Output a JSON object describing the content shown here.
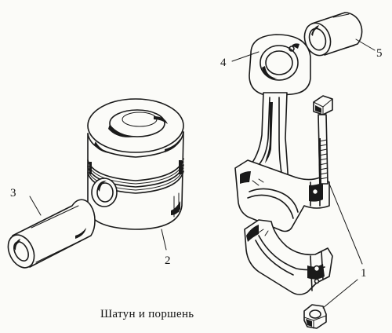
{
  "caption": "Шатун и поршень",
  "callouts": [
    {
      "id": "1",
      "label": "1"
    },
    {
      "id": "2",
      "label": "2"
    },
    {
      "id": "3",
      "label": "3"
    },
    {
      "id": "4",
      "label": "4"
    },
    {
      "id": "5",
      "label": "5"
    }
  ]
}
